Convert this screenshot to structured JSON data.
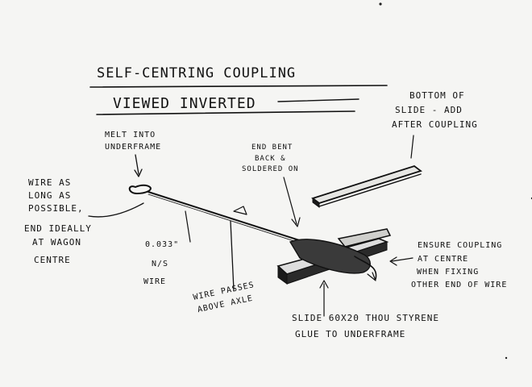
{
  "title": {
    "line1": "SELF-CENTRING COUPLING",
    "line2": "VIEWED INVERTED"
  },
  "annotations": {
    "melt_into": [
      "MELT INTO",
      "UNDERFRAME"
    ],
    "wire_long": [
      "WIRE AS",
      "LONG AS",
      "POSSIBLE,",
      "END IDEALLY",
      "AT WAGON",
      "CENTRE"
    ],
    "wire_size": [
      "0.033\"",
      "N/S",
      "WIRE"
    ],
    "wire_passes": [
      "WIRE PASSES",
      "ABOVE AXLE"
    ],
    "end_bent": [
      "END BENT",
      "BACK &",
      "SOLDERED ON"
    ],
    "bottom_slide": [
      "BOTTOM OF",
      "SLIDE - ADD",
      "AFTER COUPLING"
    ],
    "ensure": [
      "ENSURE COUPLING",
      "AT CENTRE",
      "WHEN FIXING",
      "OTHER END OF WIRE"
    ],
    "slide": [
      "SLIDE 60X20 THOU STYRENE",
      "GLUE TO UNDERFRAME"
    ]
  }
}
